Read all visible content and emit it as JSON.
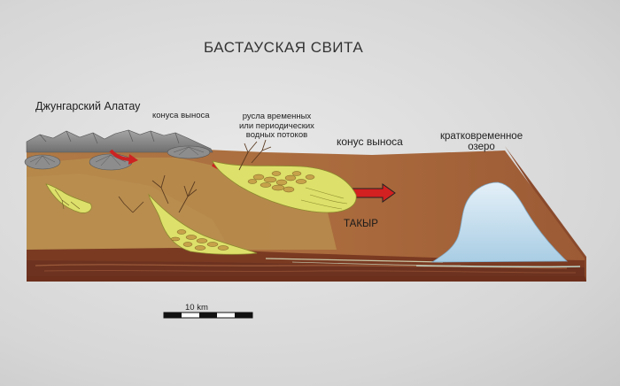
{
  "title": "БАСТАУСКАЯ СВИТА",
  "labels": {
    "alatau": "Джунгарский Алатау",
    "alluvial_fan_1": "конуса выноса",
    "streams": [
      "русла временных",
      "или периодических",
      "водных потоков"
    ],
    "alluvial_fan_2": "конус выноса",
    "lake": [
      "кратковременное",
      "озеро"
    ],
    "takyr": "ТАКЫР"
  },
  "scale_bar": {
    "label": "10 km"
  },
  "colors": {
    "background": "#d8d8d8",
    "mountains": "#8f8f8f",
    "upper_sediment": "#a8693f",
    "middle_sediment": "#b98a4e",
    "deep_layer": "#7a3a22",
    "fan_deposits": "#dde06a",
    "lake_water": "#bcd8ea",
    "arrow": "#cc2222"
  }
}
